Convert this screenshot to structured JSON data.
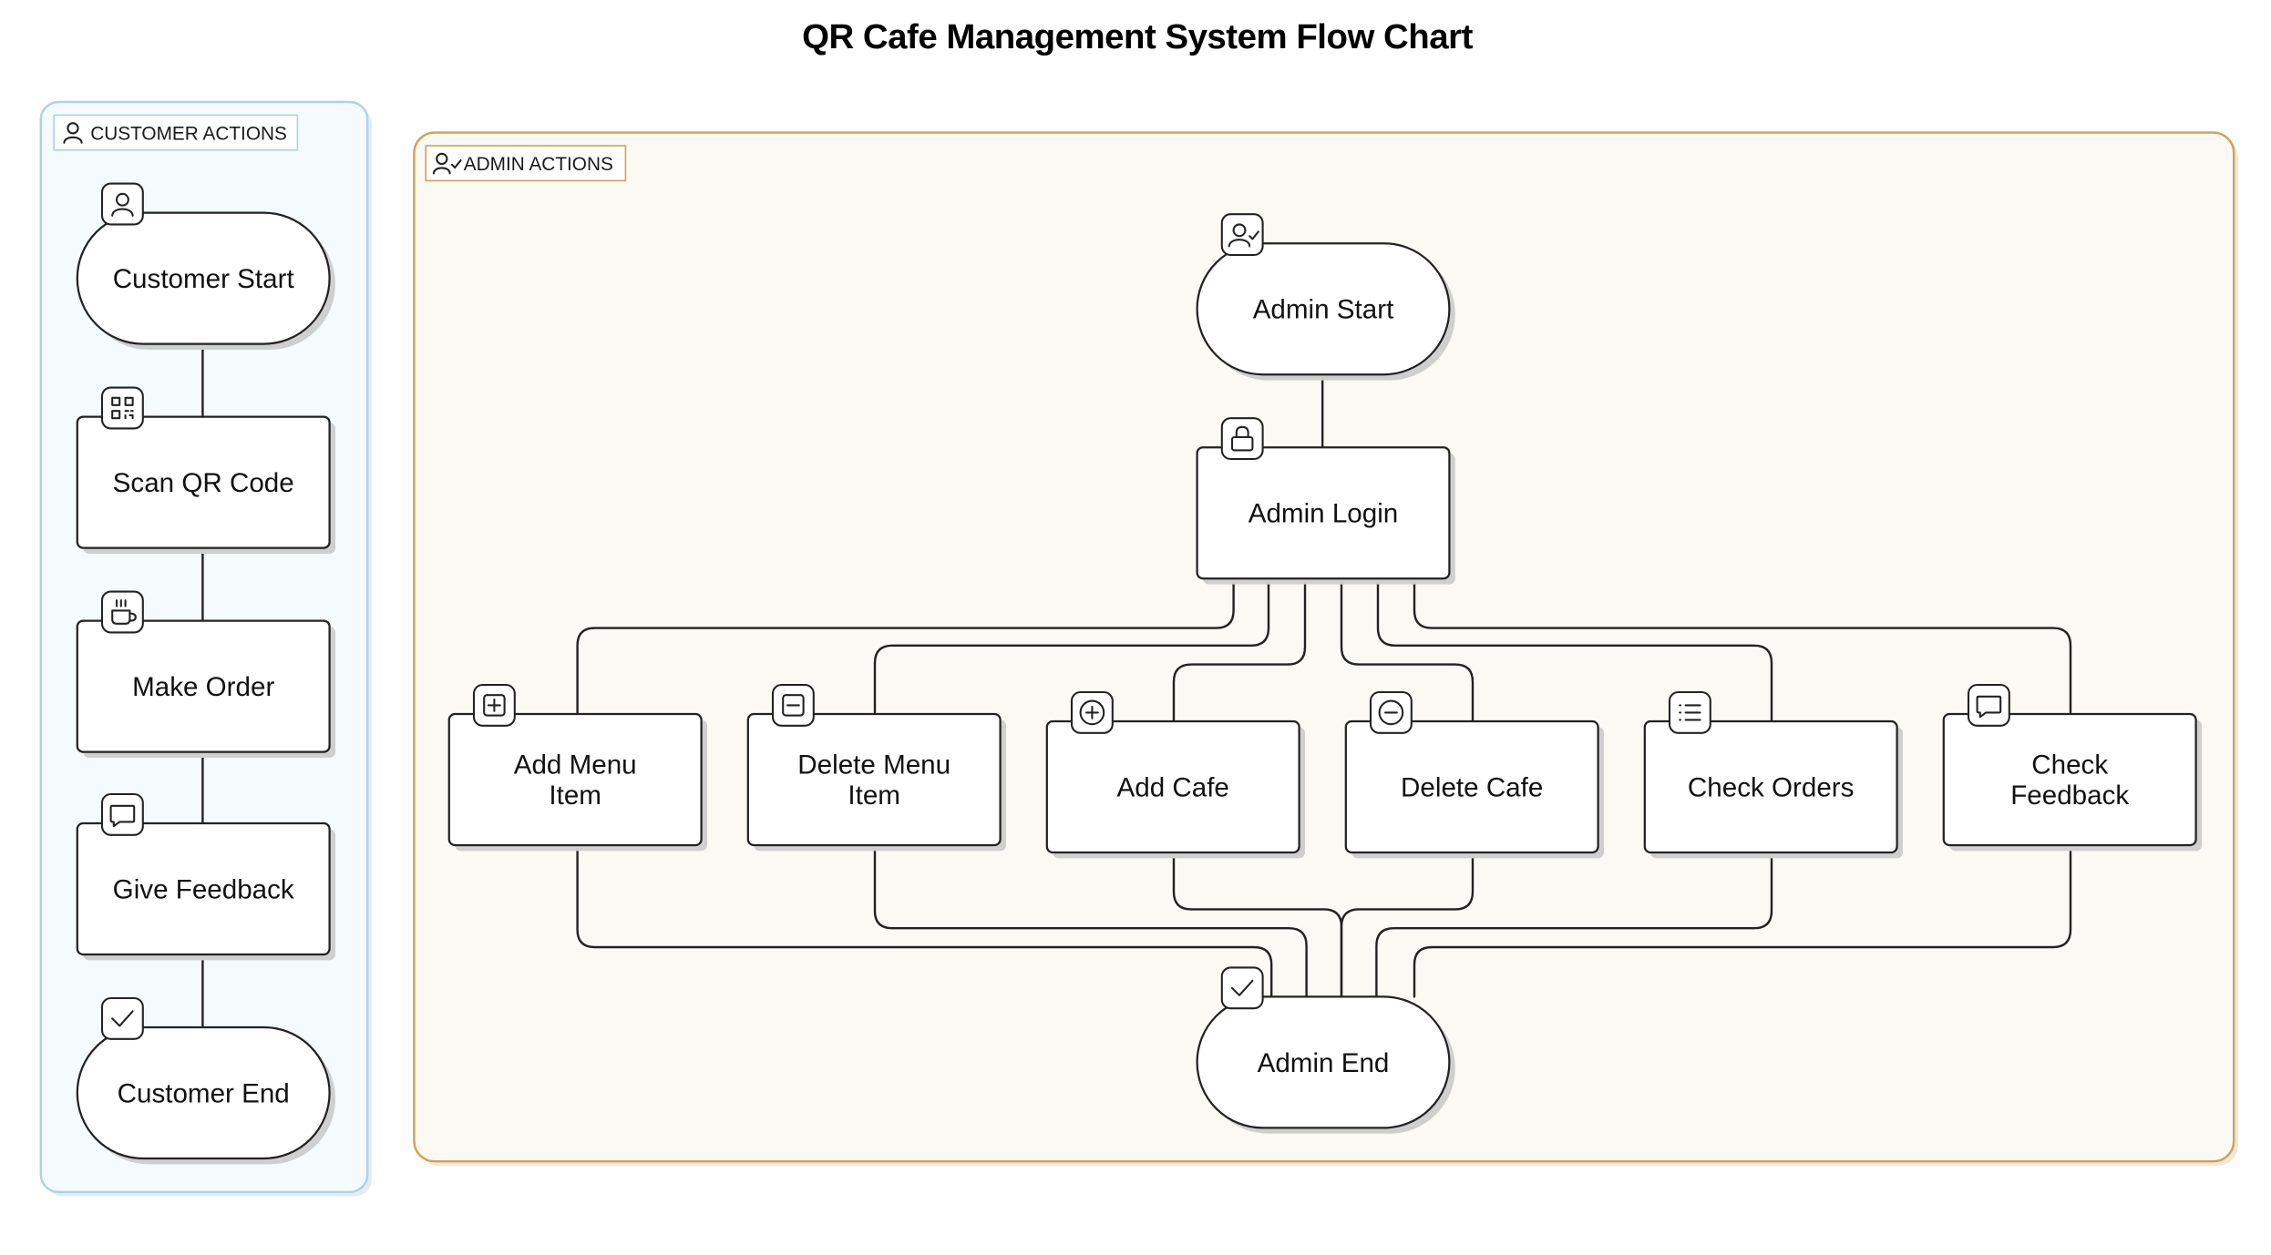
{
  "title": "QR Cafe Management System Flow Chart",
  "colors": {
    "customer_group_border": "#a9d3ea",
    "customer_group_fill": "#f5fafd",
    "admin_group_border": "#d4a052",
    "admin_group_fill": "#faf9f4",
    "stroke": "#222222"
  },
  "groups": {
    "customer": {
      "label": "CUSTOMER ACTIONS",
      "icon": "user-icon"
    },
    "admin": {
      "label": "ADMIN ACTIONS",
      "icon": "user-check-icon"
    }
  },
  "nodes": {
    "customer_start": {
      "lines": [
        "Customer Start"
      ],
      "shape": "terminal",
      "icon": "user-icon"
    },
    "scan_qr": {
      "lines": [
        "Scan QR Code"
      ],
      "shape": "process",
      "icon": "qr-code-icon"
    },
    "make_order": {
      "lines": [
        "Make Order"
      ],
      "shape": "process",
      "icon": "coffee-cup-icon"
    },
    "give_feedback": {
      "lines": [
        "Give Feedback"
      ],
      "shape": "process",
      "icon": "chat-bubble-icon"
    },
    "customer_end": {
      "lines": [
        "Customer End"
      ],
      "shape": "terminal",
      "icon": "check-icon"
    },
    "admin_start": {
      "lines": [
        "Admin Start"
      ],
      "shape": "terminal",
      "icon": "user-check-icon"
    },
    "admin_login": {
      "lines": [
        "Admin Login"
      ],
      "shape": "process",
      "icon": "lock-icon"
    },
    "add_menu_item": {
      "lines": [
        "Add Menu",
        "Item"
      ],
      "shape": "process",
      "icon": "plus-square-icon"
    },
    "delete_menu_item": {
      "lines": [
        "Delete Menu",
        "Item"
      ],
      "shape": "process",
      "icon": "minus-square-icon"
    },
    "add_cafe": {
      "lines": [
        "Add Cafe"
      ],
      "shape": "process",
      "icon": "plus-circle-icon"
    },
    "delete_cafe": {
      "lines": [
        "Delete Cafe"
      ],
      "shape": "process",
      "icon": "minus-circle-icon"
    },
    "check_orders": {
      "lines": [
        "Check Orders"
      ],
      "shape": "process",
      "icon": "list-icon"
    },
    "check_feedback": {
      "lines": [
        "Check",
        "Feedback"
      ],
      "shape": "process",
      "icon": "chat-bubble-icon"
    },
    "admin_end": {
      "lines": [
        "Admin End"
      ],
      "shape": "terminal",
      "icon": "check-icon"
    }
  },
  "edges": [
    {
      "from": "customer_start",
      "to": "scan_qr"
    },
    {
      "from": "scan_qr",
      "to": "make_order"
    },
    {
      "from": "make_order",
      "to": "give_feedback"
    },
    {
      "from": "give_feedback",
      "to": "customer_end"
    },
    {
      "from": "admin_start",
      "to": "admin_login"
    },
    {
      "from": "admin_login",
      "to": "add_menu_item"
    },
    {
      "from": "admin_login",
      "to": "delete_menu_item"
    },
    {
      "from": "admin_login",
      "to": "add_cafe"
    },
    {
      "from": "admin_login",
      "to": "delete_cafe"
    },
    {
      "from": "admin_login",
      "to": "check_orders"
    },
    {
      "from": "admin_login",
      "to": "check_feedback"
    },
    {
      "from": "add_menu_item",
      "to": "admin_end"
    },
    {
      "from": "delete_menu_item",
      "to": "admin_end"
    },
    {
      "from": "add_cafe",
      "to": "admin_end"
    },
    {
      "from": "delete_cafe",
      "to": "admin_end"
    },
    {
      "from": "check_orders",
      "to": "admin_end"
    },
    {
      "from": "check_feedback",
      "to": "admin_end"
    }
  ]
}
